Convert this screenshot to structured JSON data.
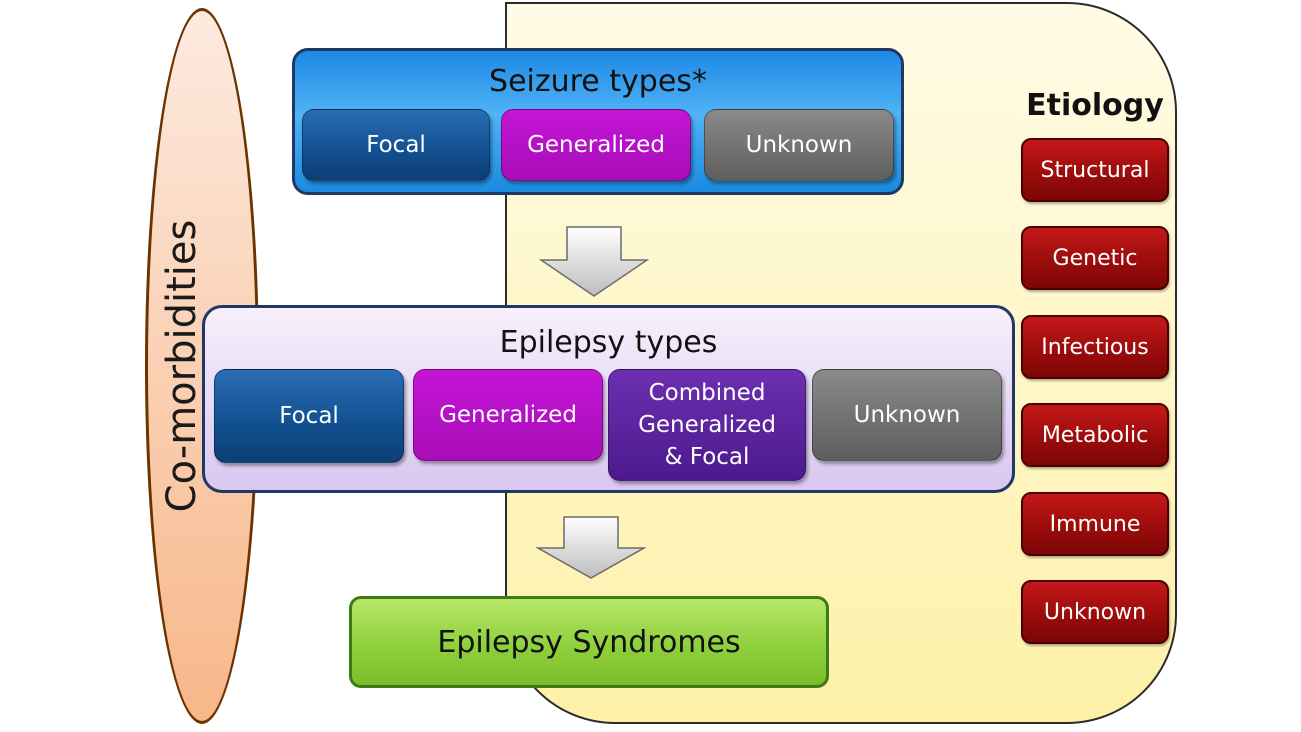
{
  "comorbidities": {
    "label": "Co-morbidities"
  },
  "seizure_types": {
    "title": "Seizure types*",
    "items": [
      "Focal",
      "Generalized",
      "Unknown"
    ]
  },
  "epilepsy_types": {
    "title": "Epilepsy types",
    "items": [
      "Focal",
      "Generalized",
      "Combined Generalized & Focal",
      "Unknown"
    ],
    "combined_lines": [
      "Combined",
      "Generalized",
      "& Focal"
    ]
  },
  "syndromes": {
    "label": "Epilepsy Syndromes"
  },
  "etiology": {
    "title": "Etiology",
    "items": [
      "Structural",
      "Genetic",
      "Infectious",
      "Metabolic",
      "Immune",
      "Unknown"
    ]
  },
  "colors": {
    "focal": "#124f8f",
    "generalized": "#b510c6",
    "unknown": "#6e6e6e",
    "combined": "#5a2299",
    "etiology": "#a30e0e",
    "syndromes": "#8fd03c",
    "seizure_box": "#2196f3",
    "etiology_panel": "#fdf1a8",
    "comorbidities": "#f7b789"
  }
}
